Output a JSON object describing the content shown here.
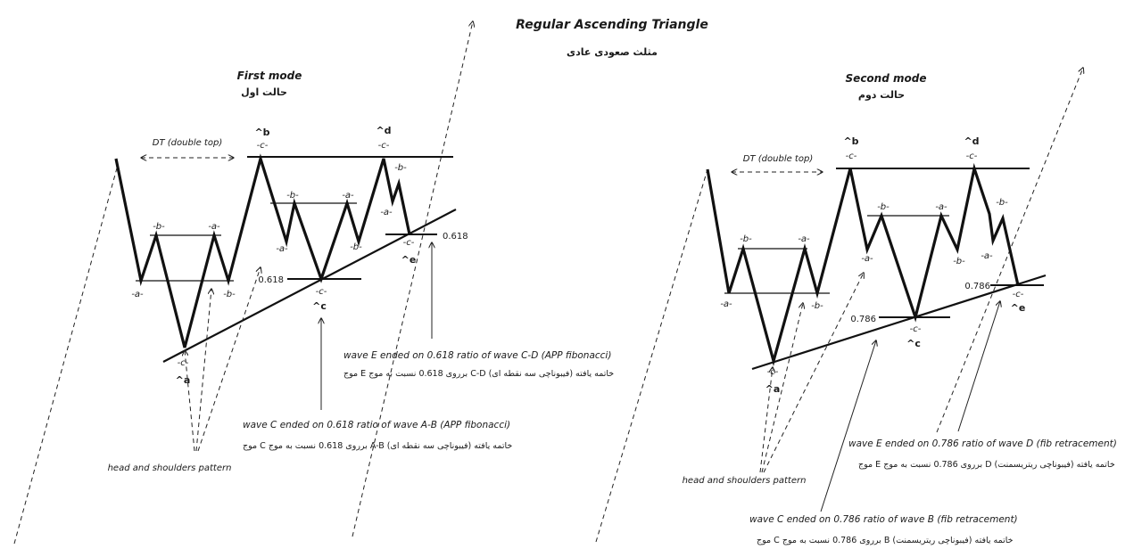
{
  "title": "Regular Ascending Triangle",
  "title_fa": "مثلث صعودی عادی",
  "modes": [
    {
      "name": "First mode",
      "name_fa": "حالت اول",
      "dt_label": "DT (double top)",
      "hs_label": "head and shoulders pattern",
      "fib_c": "0.618",
      "fib_e": "0.618",
      "ann_e": "wave E ended on 0.618 ratio of wave C-D (APP fibonacci)",
      "ann_e_fa": "موج E برروی 0.618 نسبت به موج C-D خاتمه یافته (فیبوناچی سه نقطه ای)",
      "ann_c": "wave C ended on 0.618 ratio of wave A-B (APP fibonacci)",
      "ann_c_fa": "موج C برروی 0.618 نسبت به موج A-B خاتمه یافته (فیبوناچی سه نقطه ای)"
    },
    {
      "name": "Second mode",
      "name_fa": "حالت دوم",
      "dt_label": "DT (double top)",
      "hs_label": "head and shoulders pattern",
      "fib_c": "0.786",
      "fib_e": "0.786",
      "ann_e": "wave E ended on 0.786 ratio of wave D (fib retracement)",
      "ann_e_fa": "موج E برروی 0.786 نسبت به موج D خاتمه یافته (فیبوناچی ریتریسمنت)",
      "ann_c": "wave C ended on 0.786 ratio of wave B (fib retracement)",
      "ann_c_fa": "موج C برروی 0.786 نسبت به موج B خاتمه یافته (فیبوناچی ریتریسمنت)"
    }
  ],
  "labels": {
    "a": "-a-",
    "b": "-b-",
    "c": "-c-",
    "pa": "^a",
    "pb": "^b",
    "pc": "^c",
    "pd": "^d",
    "pe": "^e"
  }
}
